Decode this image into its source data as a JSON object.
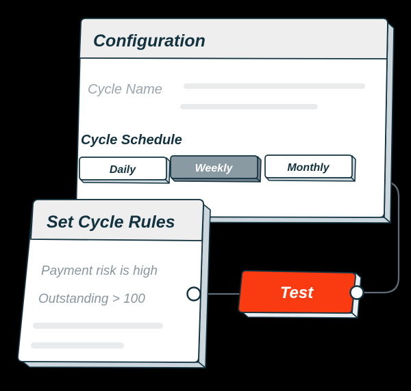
{
  "colors": {
    "background": "#000000",
    "card_face": "#ffffff",
    "card_header": "#eeeeee",
    "card_edge": "#12323f",
    "card_side": "#ccd7dd",
    "placeholder_bar": "#e9ebec",
    "muted_text": "#9aa5ab",
    "dark_text": "#12323f",
    "selected_segment": "#8a9aa3",
    "accent": "#fa3a10",
    "connector_line": "#5e6d77"
  },
  "configuration_card": {
    "title": "Configuration",
    "field": {
      "label": "Cycle Name",
      "value": "",
      "placeholder": ""
    },
    "placeholder_bars": [
      {
        "name": "cycle-name-bar-1"
      },
      {
        "name": "cycle-name-bar-2"
      }
    ],
    "section": {
      "label": "Cycle Schedule",
      "options": [
        {
          "label": "Daily",
          "selected": false
        },
        {
          "label": "Weekly",
          "selected": true
        },
        {
          "label": "Monthly",
          "selected": false
        }
      ]
    }
  },
  "rules_card": {
    "title": "Set Cycle Rules",
    "rules": [
      {
        "text": "Payment risk is high"
      },
      {
        "text": "Outstanding > 100"
      }
    ],
    "placeholder_bars": [
      {
        "name": "rule-bar-1"
      },
      {
        "name": "rule-bar-2"
      }
    ]
  },
  "test_node": {
    "label": "Test",
    "ports": [
      {
        "name": "input-port"
      },
      {
        "name": "output-port"
      }
    ]
  }
}
